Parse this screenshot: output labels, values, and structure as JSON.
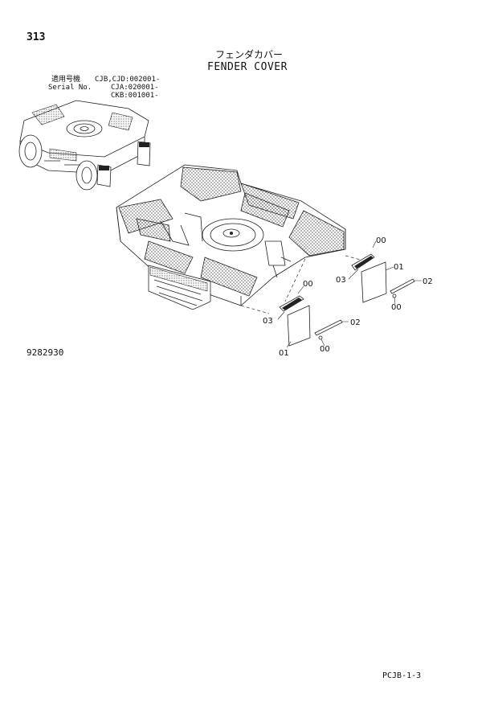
{
  "page_number": "313",
  "title_jp": "フェンダカバー",
  "title_en": "FENDER COVER",
  "serial": {
    "label_jp": "適用号機",
    "label_en": "Serial No.",
    "lines": [
      "CJB,CJD:002001-",
      "CJA:020001-",
      "CKB:001001-"
    ]
  },
  "drawing_number": "9282930",
  "page_code": "PCJB-1-3",
  "part_labels": {
    "right_00_top": "00",
    "right_01": "01",
    "right_03": "03",
    "right_02": "02",
    "right_00_bottom": "00",
    "left_00_top": "00",
    "left_03": "03",
    "left_02": "02",
    "left_00_bottom": "00",
    "left_01": "01"
  }
}
